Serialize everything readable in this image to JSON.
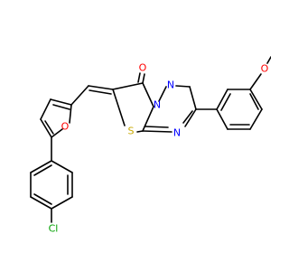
{
  "atoms": {
    "carbonyl_oxygen": "O",
    "ring_n1": "N",
    "ring_n2": "N",
    "ring_n3": "N",
    "thiazole_sulfur": "S",
    "furan_oxygen": "O",
    "ether_oxygen": "O",
    "chlorine": "Cl"
  },
  "colors": {
    "bond": "#000000",
    "oxygen": "#ff0000",
    "nitrogen": "#0000ff",
    "sulfur": "#c8a800",
    "chlorine": "#00a000"
  }
}
